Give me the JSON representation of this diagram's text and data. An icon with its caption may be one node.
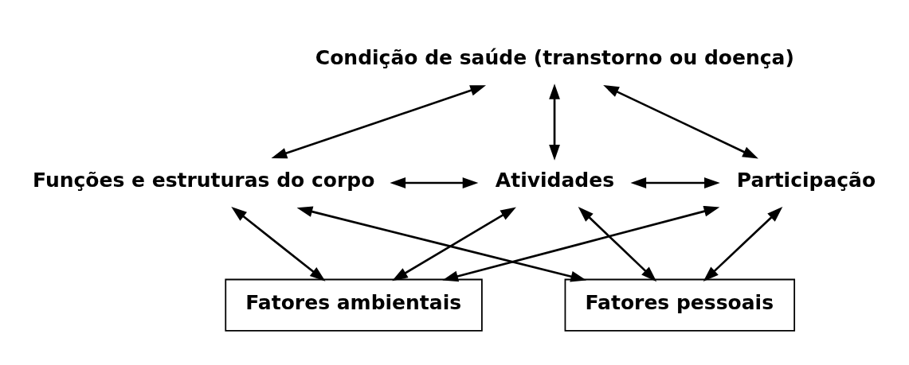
{
  "diagram": {
    "nodes": [
      {
        "text": [
          "Condição de saúde (transtorno ou doença)"
        ]
      },
      {
        "text": [
          "Funções e estruturas do corpo"
        ]
      },
      {
        "text": [
          "Atividades"
        ]
      },
      {
        "text": [
          "Participação"
        ]
      },
      {
        "text": [
          "Fatores ambientais"
        ]
      },
      {
        "text": [
          "Fatores pessoais"
        ]
      }
    ],
    "edges": [
      {
        "from": 0,
        "to": 2,
        "arrow": "both"
      },
      {
        "from": 0,
        "to": 1,
        "arrow": "both"
      },
      {
        "from": 0,
        "to": 3,
        "arrow": "both"
      },
      {
        "from": 1,
        "to": 2,
        "arrow": "both"
      },
      {
        "from": 2,
        "to": 3,
        "arrow": "both"
      },
      {
        "from": 4,
        "to": 1,
        "arrow": "both"
      },
      {
        "from": 4,
        "to": 2,
        "arrow": "both"
      },
      {
        "from": 4,
        "to": 3,
        "arrow": "both"
      },
      {
        "from": 5,
        "to": 1,
        "arrow": "both"
      },
      {
        "from": 5,
        "to": 2,
        "arrow": "both"
      },
      {
        "from": 5,
        "to": 3,
        "arrow": "both"
      }
    ]
  }
}
